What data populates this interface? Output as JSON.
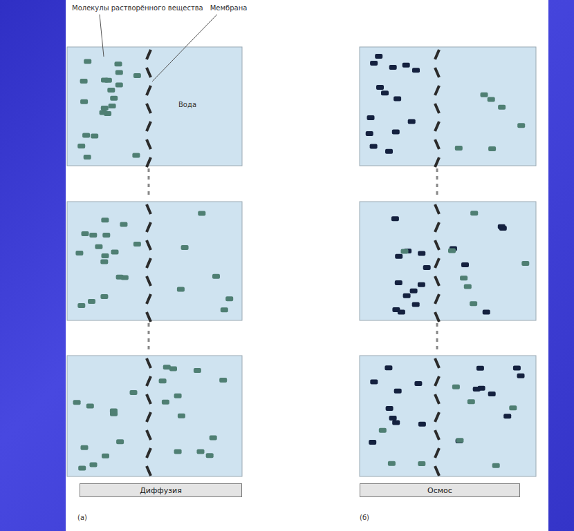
{
  "diagram": {
    "nodes": [
      {
        "text": [
          "Диффузия"
        ]
      },
      {
        "text": [
          "Осмос"
        ]
      }
    ],
    "labels": [
      "Молекулы растворённого вещества",
      "Мембрана",
      "Вода",
      "(а)",
      "(б)"
    ]
  }
}
